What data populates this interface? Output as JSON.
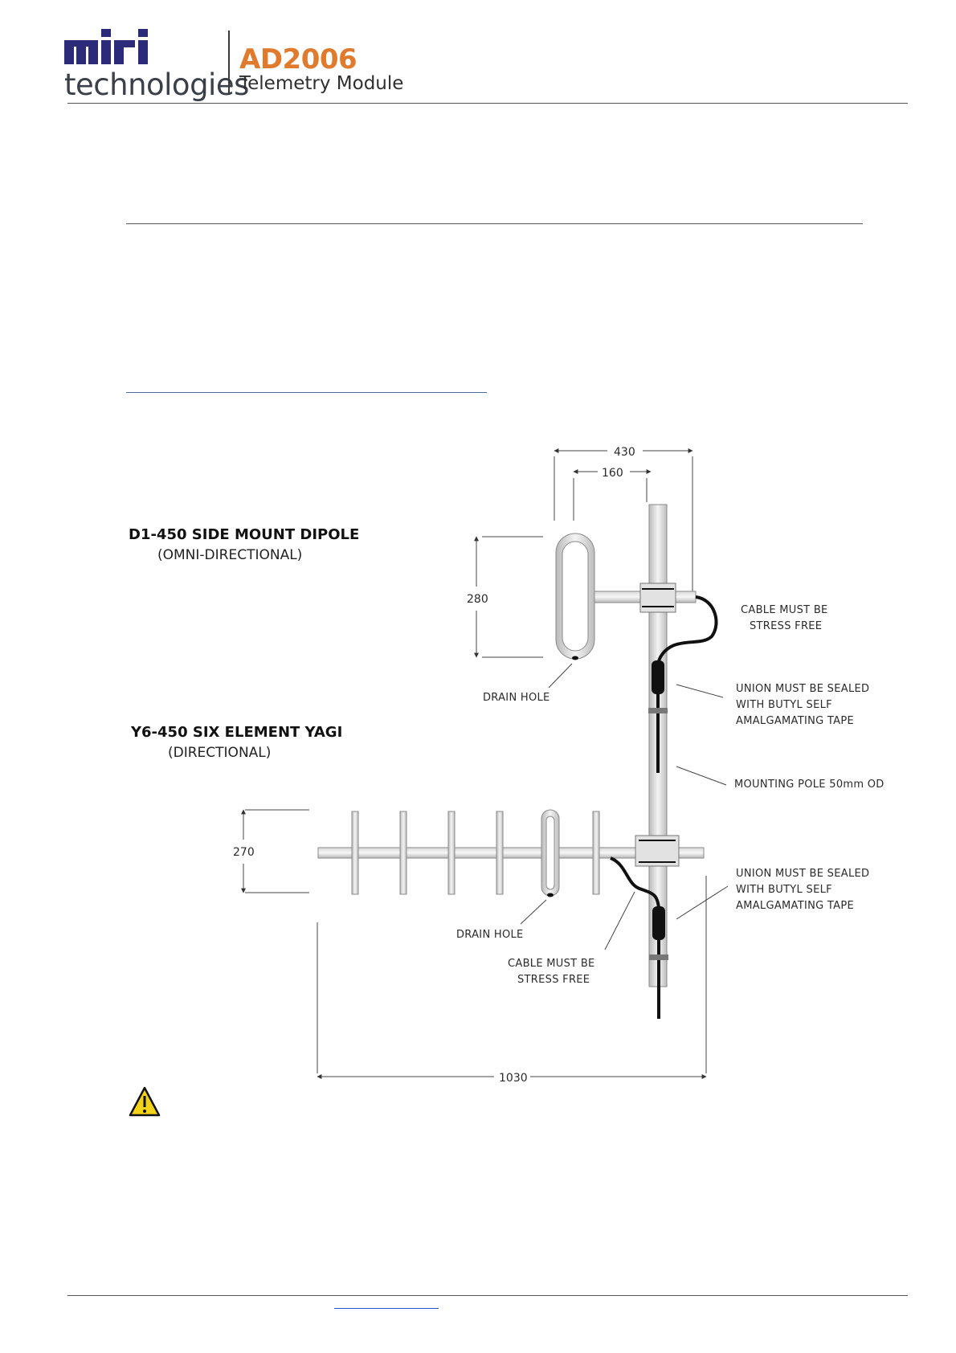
{
  "header": {
    "logo_top": "miri",
    "logo_bottom": "technologies",
    "product_code": "AD2006",
    "product_name": "Telemetry Module"
  },
  "colors": {
    "brand_navy": "#2b2b7a",
    "product_orange": "#e07a2c",
    "warning_yellow": "#f2d31a"
  },
  "diagram": {
    "dipole": {
      "title": "D1-450 SIDE MOUNT DIPOLE",
      "subtitle": "(OMNI-DIRECTIONAL)",
      "dim_width_overall": "430",
      "dim_width_inner": "160",
      "dim_height": "280",
      "drain_hole": "DRAIN HOLE",
      "cable_note_1": "CABLE MUST BE",
      "cable_note_2": "STRESS FREE",
      "union_note_1": "UNION MUST BE SEALED",
      "union_note_2": "WITH BUTYL SELF",
      "union_note_3": "AMALGAMATING TAPE",
      "pole_note": "MOUNTING POLE 50mm OD"
    },
    "yagi": {
      "title": "Y6-450  SIX ELEMENT YAGI",
      "subtitle": "(DIRECTIONAL)",
      "dim_height": "270",
      "dim_length": "1030",
      "drain_hole": "DRAIN HOLE",
      "cable_note_1": "CABLE MUST BE",
      "cable_note_2": "STRESS FREE",
      "union_note_1": "UNION MUST BE SEALED",
      "union_note_2": "WITH BUTYL SELF",
      "union_note_3": "AMALGAMATING TAPE"
    },
    "warning_icon": "warning-triangle-icon"
  }
}
